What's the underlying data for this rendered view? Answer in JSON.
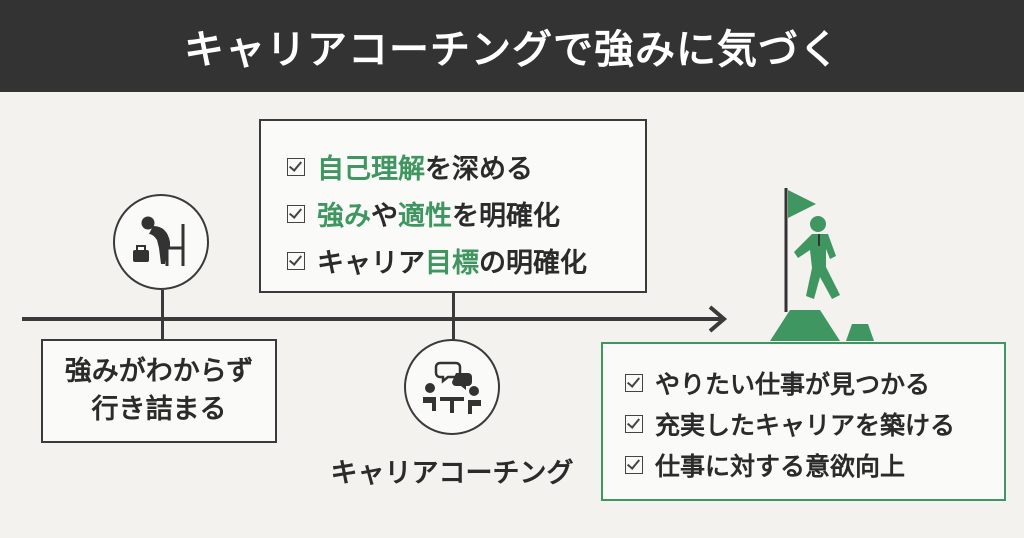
{
  "title": "キャリアコーチングで強みに気づく",
  "before_label": {
    "line1": "強みがわからず",
    "line2": "行き詰まる"
  },
  "coaching_label": "キャリアコーチング",
  "coaching_box": [
    {
      "parts": [
        {
          "text": "自己理解",
          "hl": true
        },
        {
          "text": "を深める",
          "hl": false
        }
      ]
    },
    {
      "parts": [
        {
          "text": "強み",
          "hl": true
        },
        {
          "text": "や",
          "hl": false
        },
        {
          "text": "適性",
          "hl": true
        },
        {
          "text": "を明確化",
          "hl": false
        }
      ]
    },
    {
      "parts": [
        {
          "text": "キャリア",
          "hl": false
        },
        {
          "text": "目標",
          "hl": true
        },
        {
          "text": "の明確化",
          "hl": false
        }
      ]
    }
  ],
  "after_box": [
    "やりたい仕事が見つかる",
    "充実したキャリアを築ける",
    "仕事に対する意欲向上"
  ],
  "colors": {
    "accent": "#3f9660",
    "dark": "#333333",
    "background": "#f3f2ef"
  },
  "icons": [
    "troubled-person-icon",
    "meeting-icon",
    "summit-flag-icon"
  ]
}
